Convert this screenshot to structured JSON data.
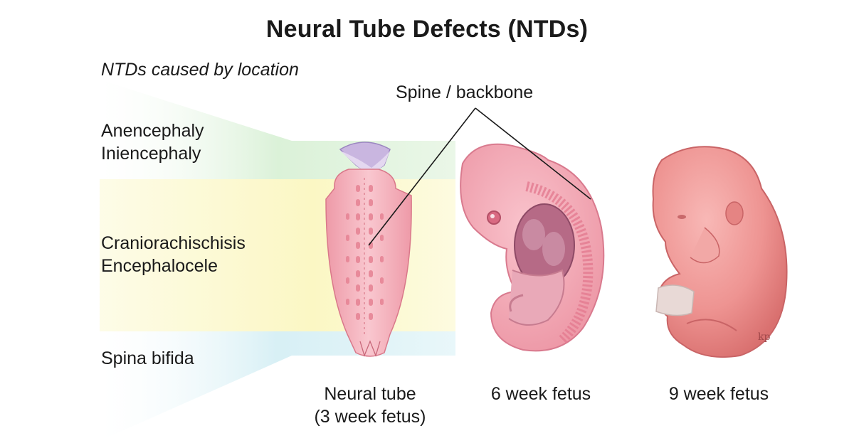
{
  "title": "Neural Tube Defects (NTDs)",
  "subtitle": "NTDs caused by location",
  "regions": [
    {
      "line1": "Anencephaly",
      "line2": "Iniencephaly",
      "color": "#d7f0d4"
    },
    {
      "line1": "Craniorachischisis",
      "line2": "Encephalocele",
      "color": "#fbf7c4"
    },
    {
      "line1": "Spina bifida",
      "color": "#d3eef4"
    }
  ],
  "callout": "Spine / backbone",
  "stages": [
    {
      "line1": "Neural tube",
      "line2": "(3 week fetus)"
    },
    {
      "line1": "6 week fetus"
    },
    {
      "line1": "9 week fetus"
    }
  ],
  "colors": {
    "skin": "#f3a1ad",
    "skin_dark": "#e07a8a",
    "fetus9": "#ec8c8e",
    "head_fold": "#c9b6e0"
  }
}
